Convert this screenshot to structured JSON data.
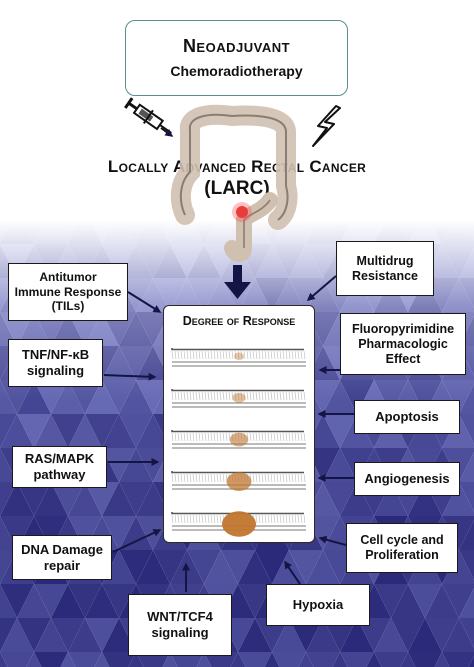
{
  "header": {
    "line1": "Neoadjuvant",
    "line2": "Chemoradiotherapy"
  },
  "disease": {
    "title": "Locally Advanced Rectal Cancer",
    "abbrev": "(LARC)"
  },
  "center": {
    "title": "Degree of Response",
    "tumor_levels": [
      0.08,
      0.2,
      0.4,
      0.65,
      1.0
    ]
  },
  "left_factors": [
    {
      "lines": [
        "Antitumor",
        "Immune Response",
        "(TILs)"
      ]
    },
    {
      "lines": [
        "TNF/NF-κB",
        "signaling"
      ]
    },
    {
      "lines": [
        "RAS/MAPK",
        "pathway"
      ]
    },
    {
      "lines": [
        "DNA Damage",
        "repair"
      ]
    }
  ],
  "right_factors": [
    {
      "lines": [
        "Multidrug",
        "Resistance"
      ]
    },
    {
      "lines": [
        "Fluoropyrimidine",
        "Pharmacologic",
        "Effect"
      ]
    },
    {
      "lines": [
        "Apoptosis"
      ]
    },
    {
      "lines": [
        "Angiogenesis"
      ]
    },
    {
      "lines": [
        "Cell cycle and",
        "Proliferation"
      ]
    }
  ],
  "bottom_factors": [
    {
      "lines": [
        "WNT/TCF4",
        "signaling"
      ]
    },
    {
      "lines": [
        "Hypoxia"
      ]
    }
  ],
  "colors": {
    "background_dark": "#2b2a7a",
    "background_light": "#8a8fd6",
    "tumor": "#c0762e",
    "arrow": "#151545",
    "title_border": "#5a8f8f"
  }
}
